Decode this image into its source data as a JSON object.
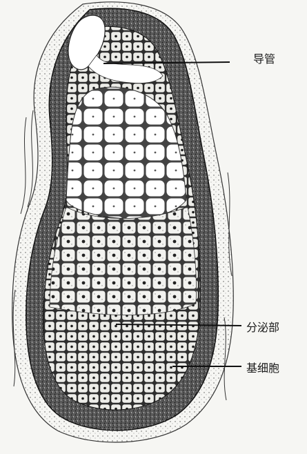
{
  "figure": {
    "labels": {
      "duct": "导管",
      "secretory_portion": "分泌部",
      "basal_cell": "基细胞"
    }
  },
  "colors": {
    "background": "#f6f6f3",
    "ink": "#1a1a1a",
    "cell_fill": "#ffffff",
    "dense_tissue": "#2b2b2b",
    "gland_interior": "#e9e9e6"
  }
}
